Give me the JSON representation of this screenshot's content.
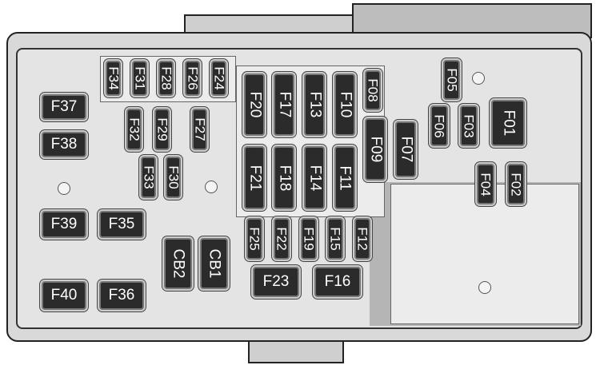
{
  "fuses": {
    "F01": "F01",
    "F02": "F02",
    "F03": "F03",
    "F04": "F04",
    "F05": "F05",
    "F06": "F06",
    "F07": "F07",
    "F08": "F08",
    "F09": "F09",
    "F10": "F10",
    "F11": "F11",
    "F12": "F12",
    "F13": "F13",
    "F14": "F14",
    "F15": "F15",
    "F16": "F16",
    "F17": "F17",
    "F18": "F18",
    "F19": "F19",
    "F20": "F20",
    "F21": "F21",
    "F22": "F22",
    "F23": "F23",
    "F24": "F24",
    "F25": "F25",
    "F26": "F26",
    "F27": "F27",
    "F28": "F28",
    "F29": "F29",
    "F30": "F30",
    "F31": "F31",
    "F32": "F32",
    "F33": "F33",
    "F34": "F34",
    "F35": "F35",
    "F36": "F36",
    "F37": "F37",
    "F38": "F38",
    "F39": "F39",
    "F40": "F40",
    "CB1": "CB1",
    "CB2": "CB2"
  },
  "colors": {
    "fuse": "#2b2b2b",
    "housing": "#d9d9d9",
    "label": "#ffffff"
  }
}
